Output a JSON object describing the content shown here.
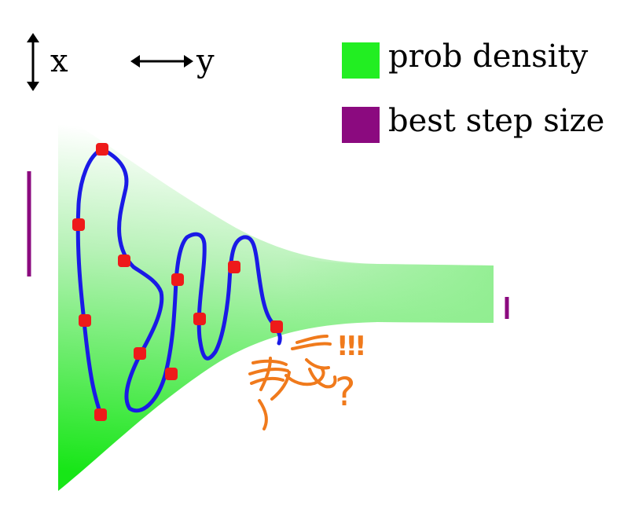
{
  "axes": {
    "x_label": "x",
    "y_label": "y"
  },
  "legend": {
    "items": [
      {
        "label": "prob density",
        "color": "#22ee22"
      },
      {
        "label": "best step size",
        "color": "#8b0a7f"
      }
    ]
  },
  "annotation": {
    "marks": "!!!",
    "question": "?"
  },
  "colors": {
    "density_light": "#ffffff",
    "density_dark": "#17e617",
    "density_tail": "#8fee8f",
    "trajectory": "#1a1ae6",
    "sample_points": "#ee1a1a",
    "step_bar": "#8b0a7f",
    "annotation": "#f07a1c",
    "arrows": "#000000"
  },
  "icons": {
    "vertical_arrow": "double-arrow-vertical-icon",
    "horizontal_arrow": "double-arrow-horizontal-icon"
  }
}
